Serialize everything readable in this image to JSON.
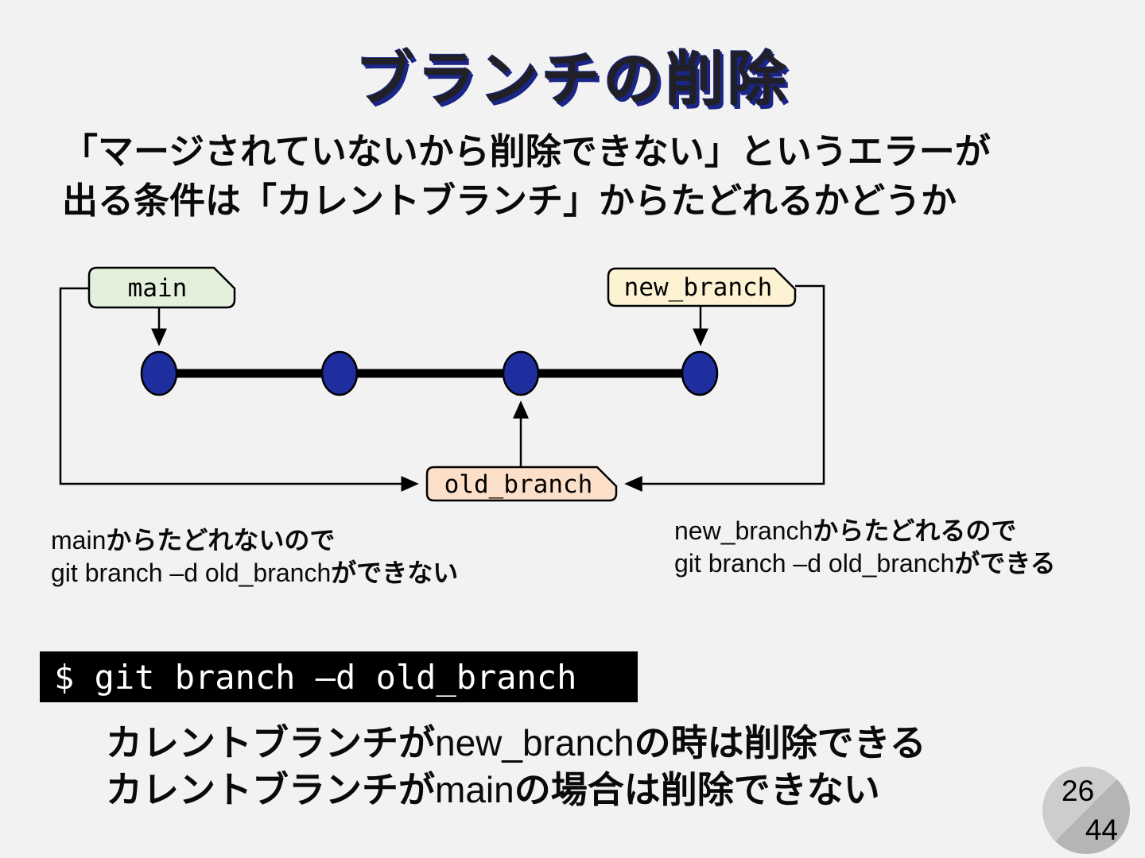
{
  "slide": {
    "title": "ブランチの削除",
    "subtitle_line1": "「マージされていないから削除できない」というエラーが",
    "subtitle_line2": "出る条件は「カレントブランチ」からたどれるかどうか",
    "page": {
      "current": "26",
      "total": "44"
    }
  },
  "diagram": {
    "branches": {
      "main": {
        "label": "main",
        "color": "#e4f0dc"
      },
      "new_branch": {
        "label": "new_branch",
        "color": "#fdf3d3"
      },
      "old_branch": {
        "label": "old_branch",
        "color": "#fcdfc8"
      }
    },
    "commit_color": "#1f2e9e",
    "commit_count": 4
  },
  "captions": {
    "left": {
      "line1_latin": "main",
      "line1_jp": "からたどれないので",
      "line2_latin": "git branch –d old_branch",
      "line2_jp": "ができない"
    },
    "right": {
      "line1_latin": "new_branch",
      "line1_jp": "からたどれるので",
      "line2_latin": "git branch –d old_branch",
      "line2_jp": "ができる"
    }
  },
  "terminal": {
    "command": "$ git branch –d old_branch"
  },
  "conclusion": {
    "line1_pre": "カレントブランチが",
    "line1_latin": "new_branch",
    "line1_post": "の時は削除できる",
    "line2_pre": "カレントブランチが",
    "line2_latin": "main",
    "line2_post": "の場合は削除できない"
  }
}
